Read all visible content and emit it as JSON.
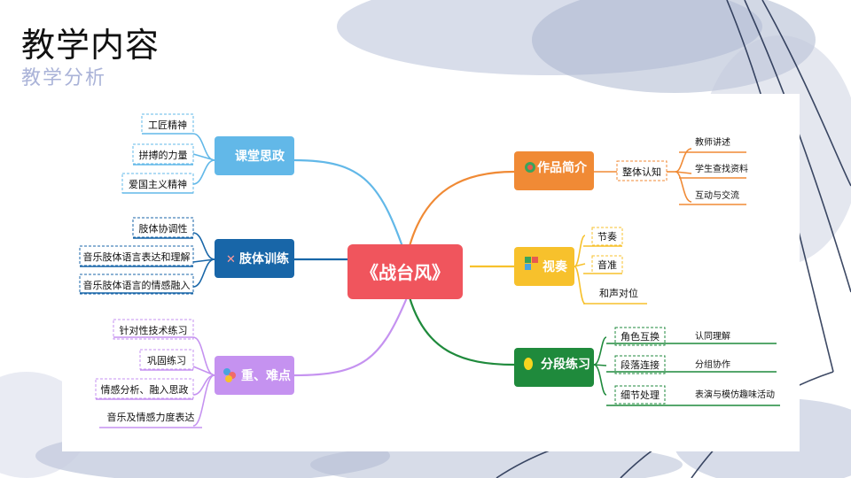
{
  "slide": {
    "title": "教学内容",
    "subtitle": "教学分析"
  },
  "mindmap": {
    "center": {
      "label": "《战台风》",
      "color": "#f0555d"
    },
    "branches": {
      "ketang": {
        "label": "课堂思政",
        "color": "#62b8e8",
        "items": [
          "工匠精神",
          "拼搏的力量",
          "爱国主义精神"
        ]
      },
      "zhiti": {
        "label": "肢体训练",
        "color": "#1866a8",
        "items": [
          "肢体协调性",
          "音乐肢体语言表达和理解",
          "音乐肢体语言的情感融入"
        ]
      },
      "zhongnan": {
        "label": "重、难点",
        "color": "#c592f0",
        "items": [
          "针对性技术练习",
          "巩固练习",
          "情感分析、融入思政",
          "音乐及情感力度表达"
        ]
      },
      "zuopin": {
        "label": "作品简介",
        "color": "#f08a35",
        "sub": "整体认知",
        "items": [
          "教师讲述",
          "学生查找资料",
          "互动与交流"
        ]
      },
      "shizou": {
        "label": "视奏",
        "color": "#f7c12c",
        "items": [
          "节奏",
          "音准",
          "和声对位"
        ]
      },
      "fenduan": {
        "label": "分段练习",
        "color": "#1f8a3c",
        "pairs": [
          {
            "sub": "角色互换",
            "item": "认同理解"
          },
          {
            "sub": "段落连接",
            "item": "分组协作"
          },
          {
            "sub": "细节处理",
            "item": "表演与模仿趣味活动"
          }
        ]
      }
    }
  }
}
